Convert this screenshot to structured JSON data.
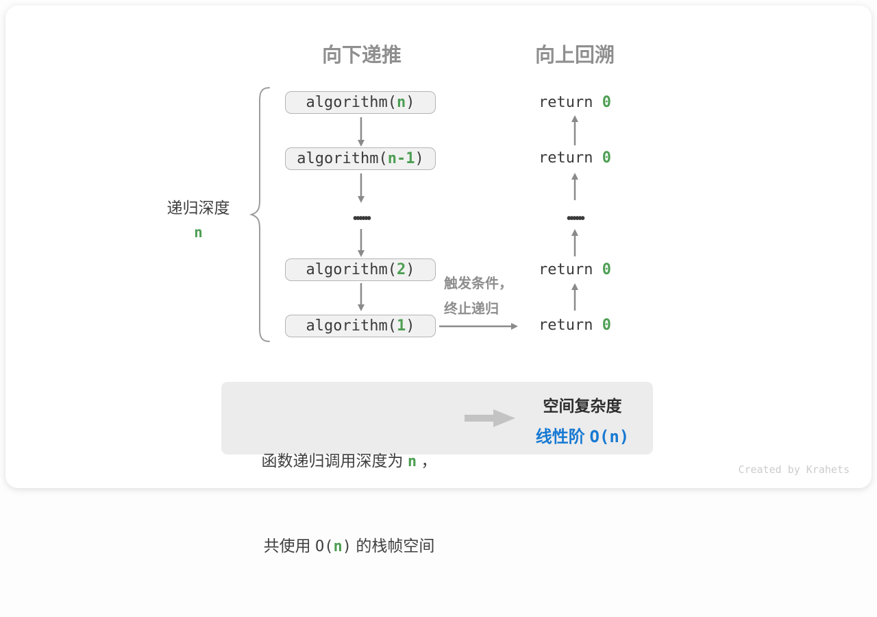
{
  "colors": {
    "accent_green": "#4d9e53",
    "accent_blue": "#1779d3",
    "heading_gray": "#8f8f8f",
    "arrow_gray": "#8a8a8a",
    "code_text": "#3a3a3a",
    "box_fill": "#f1f1f1",
    "box_border": "#b4b4b4",
    "summary_bg": "#ececec"
  },
  "headings": {
    "descend": "向下递推",
    "backtrack": "向上回溯"
  },
  "depth_label": {
    "text": "递归深度",
    "value": "n"
  },
  "calls": [
    {
      "pre": "algorithm(",
      "arg": "n",
      "post": ")"
    },
    {
      "pre": "algorithm(",
      "arg": "n-1",
      "post": ")"
    },
    {
      "pre": "algorithm(",
      "arg": "2",
      "post": ")"
    },
    {
      "pre": "algorithm(",
      "arg": "1",
      "post": ")"
    }
  ],
  "returns": [
    {
      "pre": "return ",
      "val": "0"
    },
    {
      "pre": "return ",
      "val": "0"
    },
    {
      "pre": "return ",
      "val": "0"
    },
    {
      "pre": "return ",
      "val": "0"
    }
  ],
  "ellipsis": "••••••",
  "trigger_note": {
    "line1": "触发条件，",
    "line2": "终止递归"
  },
  "summary": {
    "line1_pre": "函数递归调用深度为 ",
    "line1_var": "n",
    "line1_post": " ，",
    "line2_pre": "共使用 ",
    "line2_code_open": "O(",
    "line2_var": "n",
    "line2_code_close": ")",
    "line2_post": " 的栈帧空间",
    "result_title": "空间复杂度",
    "result_label": "线性阶 ",
    "result_code": "O(n)"
  },
  "credit": "Created by Krahets"
}
